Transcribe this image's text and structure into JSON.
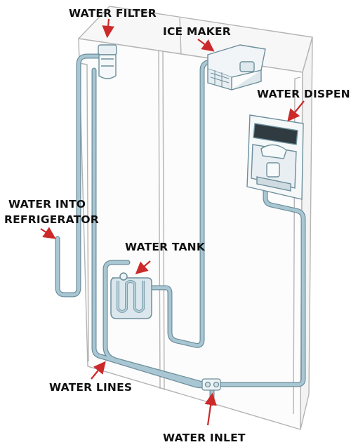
{
  "colors": {
    "outline": "#b4b4b4",
    "pipe_fill": "#a9c6d3",
    "pipe_stroke": "#6d8f9c",
    "arrow": "#cc2a2a",
    "label_text": "#111111"
  },
  "labels": {
    "water_filter": "WATER FILTER",
    "ice_maker": "ICE MAKER",
    "water_dispenser": "WATER DISPENSER",
    "water_into_line1": "WATER INTO",
    "water_into_line2": "REFRIGERATOR",
    "water_tank": "WATER TANK",
    "water_lines": "WATER LINES",
    "water_inlet": "WATER INLET"
  },
  "icons": [
    "water-filter-icon",
    "ice-maker-icon",
    "water-dispenser-icon",
    "water-tank-icon",
    "water-inlet-valve-icon"
  ]
}
